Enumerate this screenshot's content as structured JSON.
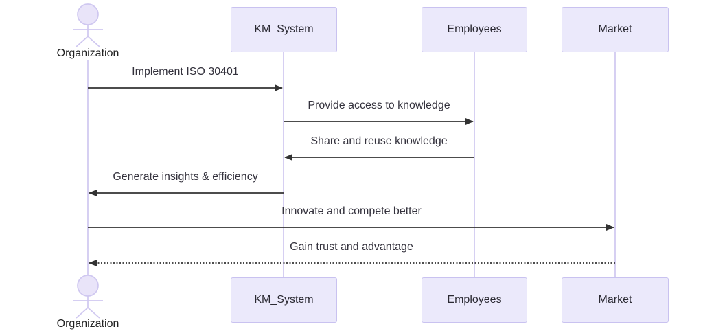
{
  "diagram": {
    "type": "sequence",
    "background_color": "#ffffff",
    "palette": {
      "participant_fill": "#ebe9fb",
      "participant_border": "#c9c2f0",
      "lifeline_color": "#cfc7f0",
      "actor_stroke": "#cfc7f0",
      "actor_head_fill": "#e9e4f9",
      "message_line_color": "#333333",
      "text_color": "#34323d"
    },
    "actor": {
      "label": "Organization"
    },
    "participants": [
      {
        "label": "KM_System"
      },
      {
        "label": "Employees"
      },
      {
        "label": "Market"
      }
    ],
    "messages": [
      {
        "label": "Implement ISO 30401",
        "from": "Organization",
        "to": "KM_System",
        "line": "solid",
        "direction": "right"
      },
      {
        "label": "Provide access to knowledge",
        "from": "KM_System",
        "to": "Employees",
        "line": "solid",
        "direction": "right"
      },
      {
        "label": "Share and reuse knowledge",
        "from": "Employees",
        "to": "KM_System",
        "line": "solid",
        "direction": "left"
      },
      {
        "label": "Generate insights & efficiency",
        "from": "KM_System",
        "to": "Organization",
        "line": "solid",
        "direction": "left"
      },
      {
        "label": "Innovate and compete better",
        "from": "Organization",
        "to": "Market",
        "line": "solid",
        "direction": "right"
      },
      {
        "label": "Gain trust and advantage",
        "from": "Market",
        "to": "Organization",
        "line": "dotted",
        "direction": "left"
      }
    ]
  }
}
